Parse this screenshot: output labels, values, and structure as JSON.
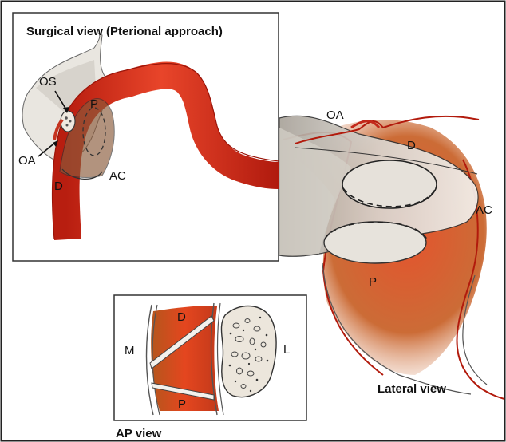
{
  "surgical_panel": {
    "title": "Surgical view (Pterional approach)",
    "labels": {
      "os": "OS",
      "p": "P",
      "oa": "OA",
      "ac": "AC",
      "d": "D"
    }
  },
  "lateral_panel": {
    "title": "Lateral view",
    "labels": {
      "oa": "OA",
      "d": "D",
      "ac": "AC",
      "p": "P"
    }
  },
  "ap_panel": {
    "title": "AP view",
    "labels": {
      "d": "D",
      "m": "M",
      "l": "L",
      "p": "P"
    }
  },
  "colors": {
    "artery_red": "#d8321e",
    "artery_dark": "#a8180c",
    "ring_brown": "#8a5a2a",
    "bone_fill": "#ece6dc",
    "frame": "#222222"
  }
}
